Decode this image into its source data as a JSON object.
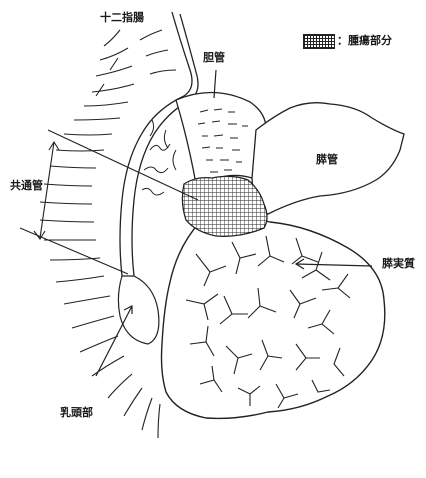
{
  "labels": {
    "duodenum": "十二指腸",
    "bile_duct": "胆管",
    "legend_text": "：腫瘍部分",
    "pancreatic_duct": "膵管",
    "common_channel": "共通管",
    "pancreatic_parenchyma": "膵実質",
    "papilla": "乳頭部"
  },
  "colors": {
    "ink": "#1a1a1a",
    "background": "#ffffff"
  }
}
